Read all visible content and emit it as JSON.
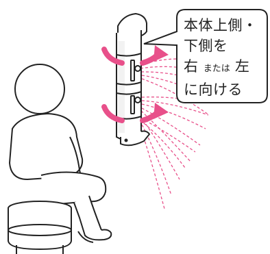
{
  "callout": {
    "line1": "本体上側・",
    "line2": "下側を",
    "line3_start": "右",
    "line3_mid": "または",
    "line3_end": "左",
    "line4": "に向ける"
  },
  "colors": {
    "outline": "#222222",
    "rotate_arrow": "#e8508a",
    "airflow_dash": "#e8508a",
    "body_fill": "#ffffff",
    "device_shade": "#f2f2f2"
  }
}
